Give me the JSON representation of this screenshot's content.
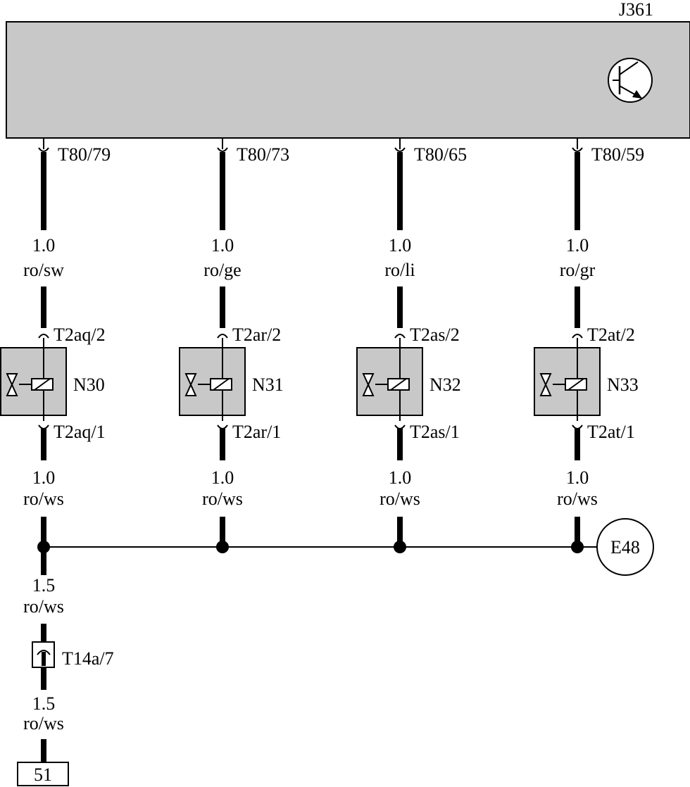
{
  "control_unit": {
    "label": "J361"
  },
  "channels": [
    {
      "pin_top": "T80/79",
      "gauge_top": "1.0",
      "color_top": "ro/sw",
      "conn_top": "T2aq/2",
      "component": "N30",
      "conn_bottom": "T2aq/1",
      "gauge_bottom": "1.0",
      "color_bottom": "ro/ws"
    },
    {
      "pin_top": "T80/73",
      "gauge_top": "1.0",
      "color_top": "ro/ge",
      "conn_top": "T2ar/2",
      "component": "N31",
      "conn_bottom": "T2ar/1",
      "gauge_bottom": "1.0",
      "color_bottom": "ro/ws"
    },
    {
      "pin_top": "T80/65",
      "gauge_top": "1.0",
      "color_top": "ro/li",
      "conn_top": "T2as/2",
      "component": "N32",
      "conn_bottom": "T2as/1",
      "gauge_bottom": "1.0",
      "color_bottom": "ro/ws"
    },
    {
      "pin_top": "T80/59",
      "gauge_top": "1.0",
      "color_top": "ro/gr",
      "conn_top": "T2at/2",
      "component": "N33",
      "conn_bottom": "T2at/1",
      "gauge_bottom": "1.0",
      "color_bottom": "ro/ws"
    }
  ],
  "junction": {
    "label": "E48"
  },
  "trunk": {
    "gauge_1": "1.5",
    "color_1": "ro/ws",
    "connector": "T14a/7",
    "gauge_2": "1.5",
    "color_2": "ro/ws",
    "terminal": "51"
  },
  "colors": {
    "panel_fill": "#c8c8c8",
    "wire": "#000000",
    "background": "#ffffff"
  },
  "icons": {
    "control_unit_symbol": "transistor-icon",
    "component_symbol": "solenoid-valve-icon"
  }
}
